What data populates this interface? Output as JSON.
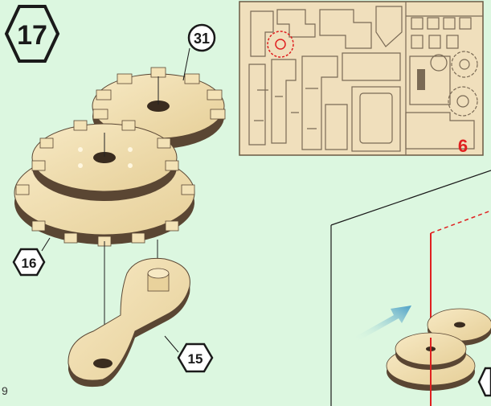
{
  "page": {
    "step_number": "17",
    "page_number": "9"
  },
  "parts": {
    "gear_top_label": "31",
    "gear_double_label": "16",
    "arm_label": "15"
  },
  "sheet": {
    "sheet_number": "6"
  },
  "colors": {
    "background": "#dcf7e0",
    "wood": "#f1dfb2",
    "wood_side": "#5a4633",
    "sheet": "#f0dfbc",
    "highlight": "#e02020",
    "arrow": "#59a7c9"
  }
}
